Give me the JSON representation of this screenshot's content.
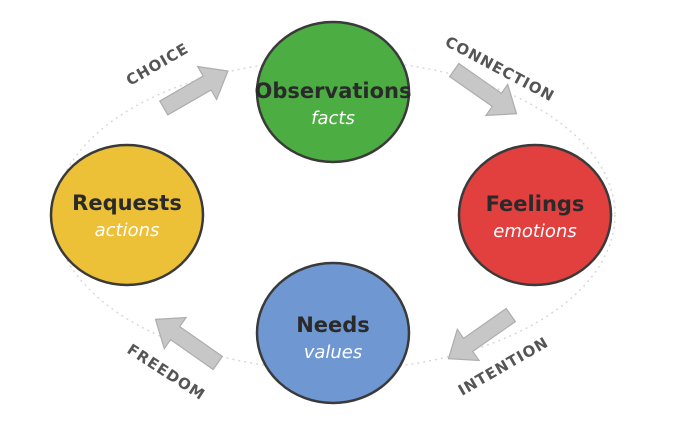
{
  "nodes": {
    "observations": {
      "title": "Observations",
      "subtitle": "facts",
      "color": "#4cad43"
    },
    "feelings": {
      "title": "Feelings",
      "subtitle": "emotions",
      "color": "#e23f3f"
    },
    "needs": {
      "title": "Needs",
      "subtitle": "values",
      "color": "#6f98d3"
    },
    "requests": {
      "title": "Requests",
      "subtitle": "actions",
      "color": "#ecc037"
    }
  },
  "transitions": {
    "choice": "CHOICE",
    "connection": "CONNECTION",
    "intention": "INTENTION",
    "freedom": "FREEDOM"
  },
  "colors": {
    "arrow": "#c7c7c7",
    "ring": "#d9d9d9",
    "node_outline": "#3a3a3a"
  }
}
